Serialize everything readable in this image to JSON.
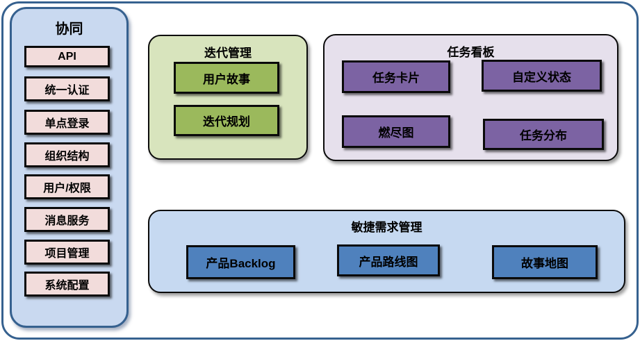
{
  "diagram": {
    "sidebar": {
      "title": "协同",
      "items": [
        "API",
        "统一认证",
        "单点登录",
        "组织结构",
        "用户/权限",
        "消息服务",
        "项目管理",
        "系统配置"
      ]
    },
    "iteration": {
      "title": "迭代管理",
      "items": [
        "用户故事",
        "迭代规划"
      ]
    },
    "kanban": {
      "title": "任务看板",
      "items": [
        "任务卡片",
        "自定义状态",
        "燃尽图",
        "任务分布"
      ]
    },
    "agile": {
      "title": "敏捷需求管理",
      "items": [
        "产品Backlog",
        "产品路线图",
        "故事地图"
      ]
    },
    "colors": {
      "frame_border": "#36618f",
      "sidebar_fill": "#c9d9f0",
      "pink_item": "#f2dcdb",
      "green_panel": "#d8e4bd",
      "green_item": "#9bb95c",
      "purple_panel": "#e6e0ec",
      "purple_item": "#7c63a3",
      "blue_panel": "#c6d9f1",
      "blue_item": "#4f81bd",
      "box_border": "#0a0a0a"
    }
  }
}
